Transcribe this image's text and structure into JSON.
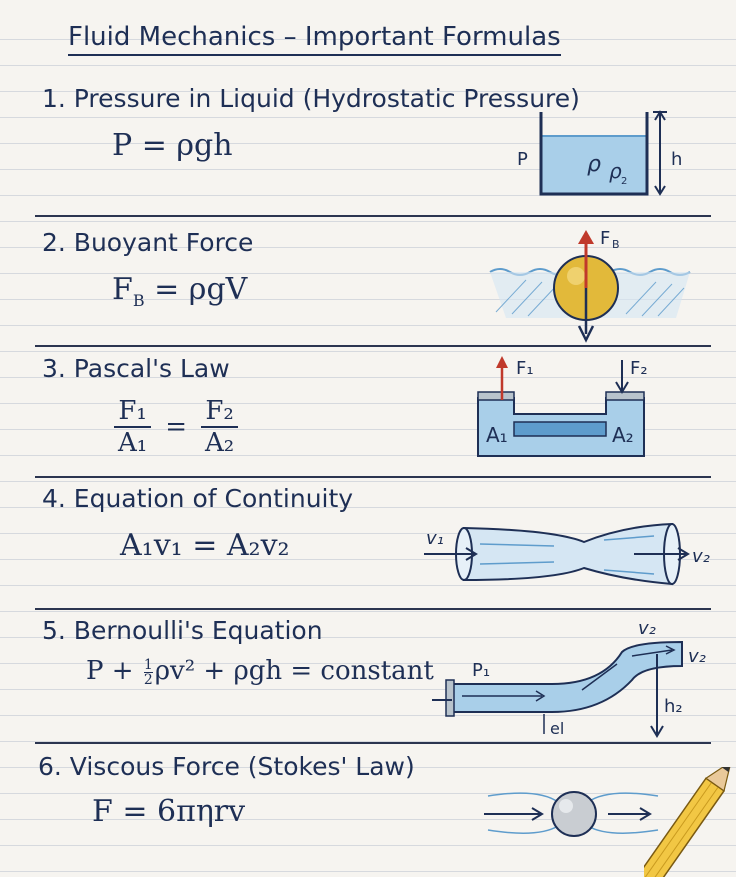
{
  "title": "Fluid Mechanics – Important Formulas",
  "sections": [
    {
      "heading": "1. Pressure in Liquid (Hydrostatic Pressure)",
      "formula": "P = ρgh",
      "labels": {
        "p": "P",
        "rho": "ρ",
        "rho_sub": "2",
        "h": "h"
      }
    },
    {
      "heading": "2. Buoyant Force",
      "formula": "F",
      "formula_sub": "B",
      "formula_rest": " = ρgV",
      "labels": {
        "fb": "F",
        "fb_sub": "B"
      }
    },
    {
      "heading": "3. Pascal's Law",
      "formula": {
        "n1": "F₁",
        "d1": "A₁",
        "eq": "=",
        "n2": "F₂",
        "d2": "A₂"
      },
      "labels": {
        "f1": "F₁",
        "f2": "F₂",
        "a1": "A₁",
        "a2": "A₂"
      }
    },
    {
      "heading": "4. Equation of Continuity",
      "formula": "A₁v₁ = A₂v₂",
      "labels": {
        "v1": "v₁",
        "v2": "v₂"
      }
    },
    {
      "heading": "5. Bernoulli's Equation",
      "formula": {
        "pre": "P + ",
        "half_num": "1",
        "half_den": "2",
        "post": "ρv² + ρgh = constant"
      },
      "labels": {
        "v2_top": "v₂",
        "v2_right": "v₂",
        "p1": "P₁",
        "h2": "h₂",
        "el": "el"
      }
    },
    {
      "heading": "6. Viscous Force (Stokes' Law)",
      "formula": "F = 6πηrv"
    }
  ],
  "colors": {
    "ink": "#1e2f55",
    "water": "#a9cfe9",
    "water_dark": "#5e9ccc",
    "ball": "#e2b93a",
    "arrow_red": "#c0392b"
  }
}
